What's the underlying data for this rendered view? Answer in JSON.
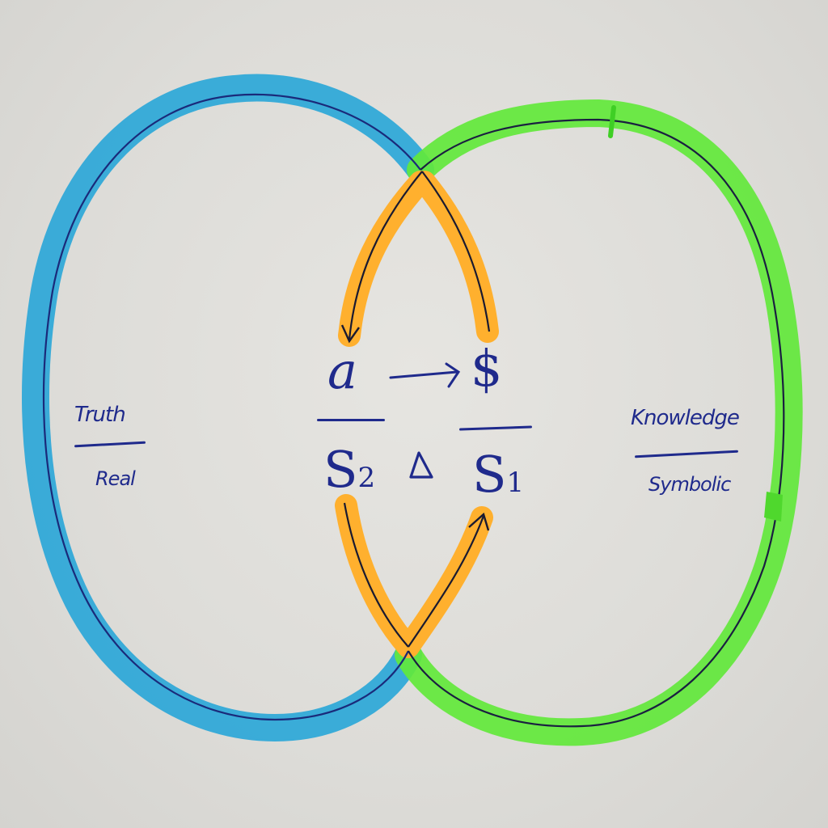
{
  "diagram": {
    "type": "hand-drawn venn / discourse formula",
    "background_color": "#dfdedA",
    "circles": [
      {
        "name": "left",
        "color": "#2aa6d6",
        "label_top": "Truth",
        "label_bottom": "Real"
      },
      {
        "name": "right",
        "color": "#5fe63a",
        "label_top": "Knowledge",
        "label_bottom": "Symbolic"
      }
    ],
    "intersection_arrows_color": "#ffae2e",
    "ink_color": "#1f2a8c",
    "formula": {
      "top_left": "a",
      "top_right": "$",
      "top_arrow": "⟶",
      "bottom_left": "S",
      "bottom_left_sub": "2",
      "bottom_right": "S",
      "bottom_right_sub": "1",
      "middle": "Δ"
    }
  }
}
